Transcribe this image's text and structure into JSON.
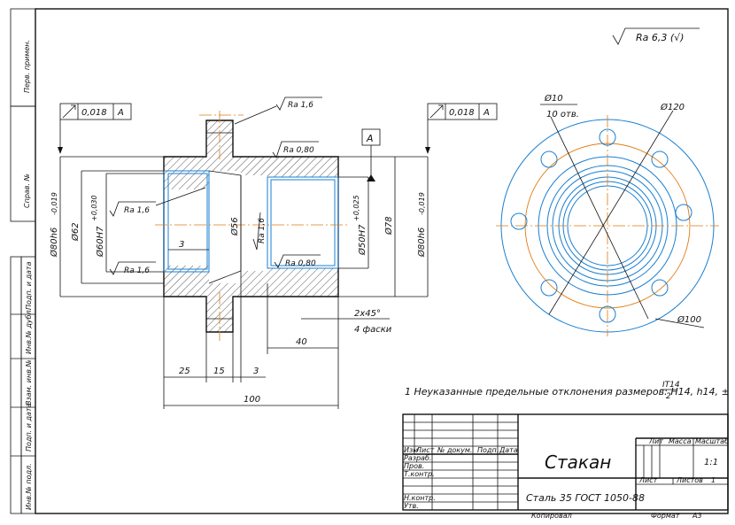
{
  "title_block": {
    "part_name": "Стакан",
    "material": "Сталь 35 ГОСТ 1050-88",
    "header_lit": "Лит",
    "header_mass": "Масса",
    "header_scale": "Масштаб",
    "scale_value": "1:1",
    "sheet_label": "Лист",
    "sheets_label": "Листов",
    "sheets_value": "1",
    "rows": {
      "izm": "Изм",
      "list": "Лист",
      "doc": "№ докум.",
      "sign": "Подп.",
      "date": "Дата",
      "developed": "Разраб.",
      "checked": "Пров.",
      "tcontrol": "Т.контр.",
      "ncontrol": "Н.контр.",
      "approved": "Утв."
    },
    "copied": "Копировал",
    "format": "Формат",
    "format_value": "A3"
  },
  "side_stamp": {
    "perv_primen": "Перв. примен.",
    "sprav": "Справ. №",
    "podp_data1": "Подп. и дата",
    "inv_dubl": "Инв.№ дубл.",
    "vzam_inv": "Взам. инв.№",
    "podp_data2": "Подп. и дата",
    "inv_podl": "Инв.№ подл."
  },
  "roughness_general": "Ra 6,3 (√)",
  "notes": {
    "note1": "1 Неуказанные предельные отклонения размеров: H14, h14, ±",
    "note1_frac_top": "IT14",
    "note1_frac_bottom": "2"
  },
  "tolerance_frames": {
    "left": {
      "value": "0,018",
      "datum": "A"
    },
    "right": {
      "value": "0,018",
      "datum": "A"
    }
  },
  "datum_label": "A",
  "roughness_marks": {
    "flange_hole": "Ra 1,6",
    "outer": "Ra 0,80",
    "bore_left_top": "Ra 1,6",
    "bore_left_bottom": "Ra 1,6",
    "bore_middle": "Ra 1,6",
    "bore_right": "Ra 0,80"
  },
  "dimensions": {
    "d80h6_left": "Ø80h6",
    "d80h6_left_tol": "-0,019",
    "d62": "Ø62",
    "d60H7": "Ø60H7",
    "d60H7_tol": "+0,030",
    "d56": "Ø56",
    "d50H7": "Ø50H7",
    "d50H7_tol": "+0,025",
    "d78": "Ø78",
    "d80h6_right": "Ø80h6",
    "d80h6_right_tol": "-0,019",
    "groove3": "3",
    "chamfer": "2x45°",
    "chamfer_note": "4 фаски",
    "len40": "40",
    "len25": "25",
    "len15": "15",
    "len3": "3",
    "len100": "100"
  },
  "side_view": {
    "hole_dia": "Ø10",
    "hole_count": "10 отв.",
    "d120": "Ø120",
    "d100": "Ø100"
  }
}
